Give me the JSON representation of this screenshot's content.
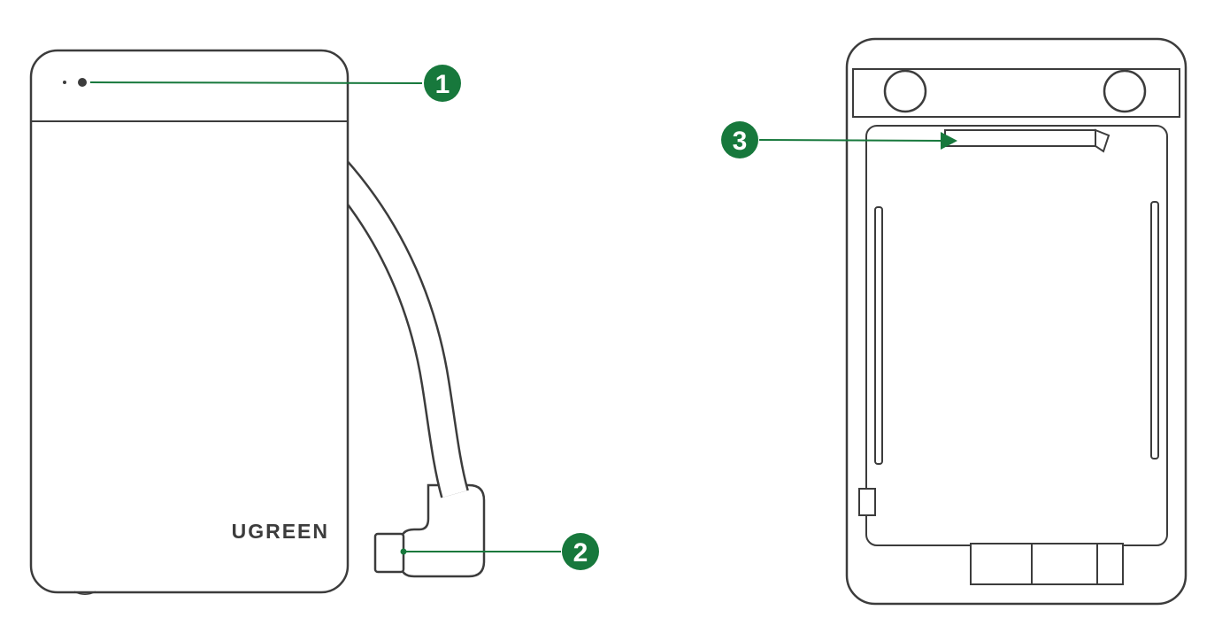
{
  "diagram": {
    "brand_label": "UGREEN",
    "callouts": [
      {
        "number": "1"
      },
      {
        "number": "2"
      },
      {
        "number": "3"
      }
    ],
    "colors": {
      "accent_green": "#17783C",
      "outline_gray": "#3C3C3C"
    }
  }
}
